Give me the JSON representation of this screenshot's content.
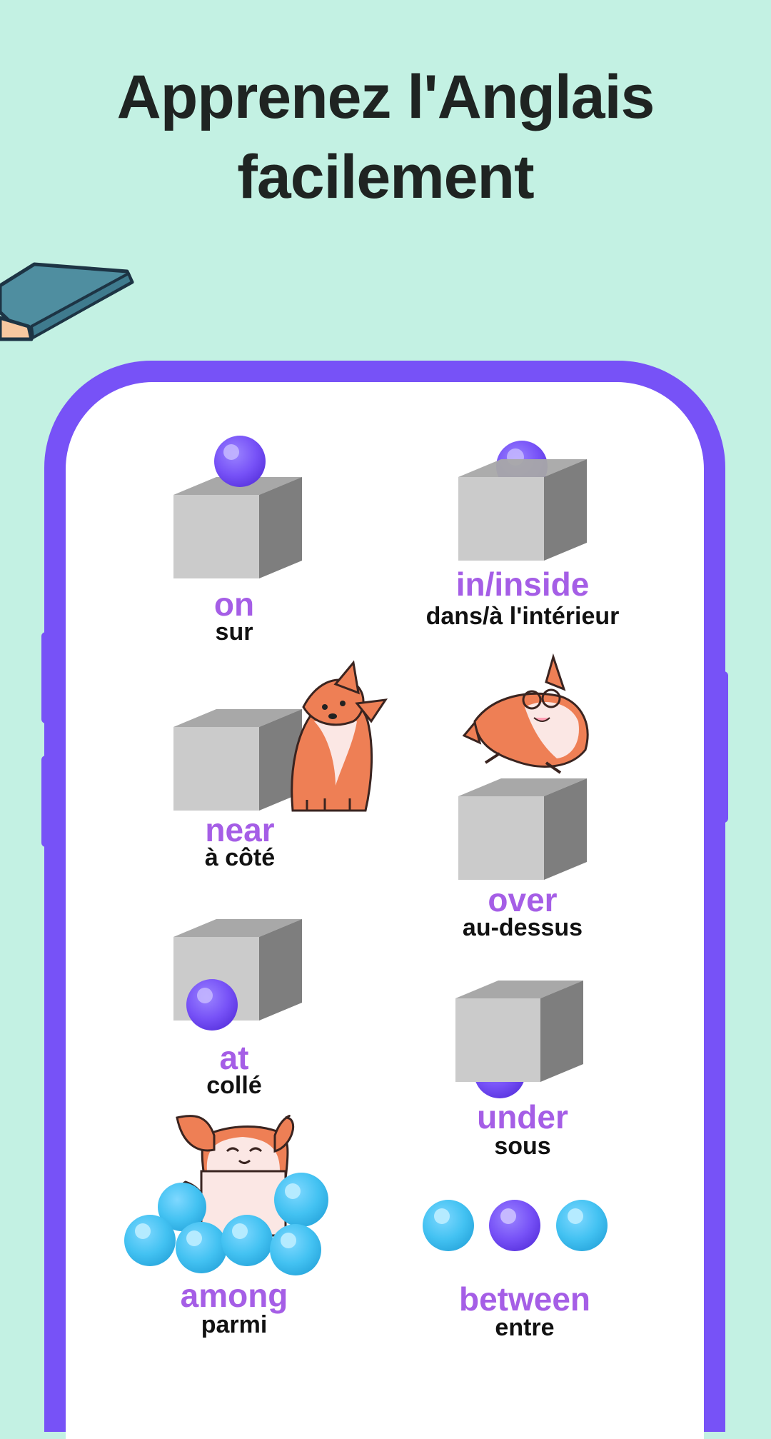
{
  "headline": {
    "line1": "Apprenez l'Anglais",
    "line2": "facilement"
  },
  "colors": {
    "background": "#c3f1e3",
    "phone_frame": "#7752f7",
    "word": "#a55ee6",
    "translation": "#111111",
    "ball_purple": "#7752f7",
    "ball_blue": "#43c2f2",
    "box_front": "#cbcbcb",
    "box_top": "#a8a8a8",
    "box_side": "#7e7e7e",
    "corgi": "#ee7f55"
  },
  "prepositions": [
    {
      "word": "on",
      "translation": "sur",
      "illustration": "ball-on-box"
    },
    {
      "word": "in/inside",
      "translation": "dans/à l'intérieur",
      "illustration": "ball-inside-box"
    },
    {
      "word": "near",
      "translation": "à côté",
      "illustration": "corgi-near-box"
    },
    {
      "word": "over",
      "translation": "au-dessus",
      "illustration": "corgi-over-box"
    },
    {
      "word": "at",
      "translation": "collé",
      "illustration": "ball-at-box"
    },
    {
      "word": "under",
      "translation": "sous",
      "illustration": "ball-under-box"
    },
    {
      "word": "among",
      "translation": "parmi",
      "illustration": "corgi-among-balls"
    },
    {
      "word": "between",
      "translation": "entre",
      "illustration": "purple-ball-between-blue-balls"
    }
  ]
}
